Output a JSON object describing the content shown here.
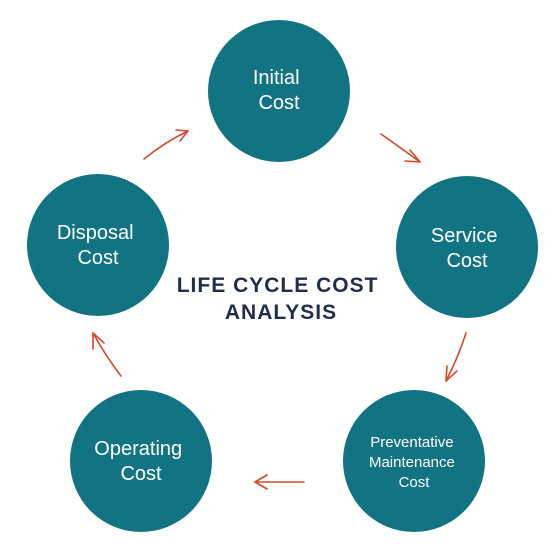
{
  "title": {
    "line1": "LIFE CYCLE COST",
    "line2": "ANALYSIS"
  },
  "nodes": [
    {
      "lines": [
        "Initial",
        "Cost"
      ]
    },
    {
      "lines": [
        "Service",
        "Cost"
      ]
    },
    {
      "lines": [
        "Preventative",
        "Maintenance",
        "Cost"
      ]
    },
    {
      "lines": [
        "Operating",
        "Cost"
      ]
    },
    {
      "lines": [
        "Disposal",
        "Cost"
      ]
    }
  ],
  "colors": {
    "node_fill": "#127482",
    "node_text": "#ffffff",
    "title_text": "#1f2d4d",
    "arrow": "#d9482b"
  }
}
